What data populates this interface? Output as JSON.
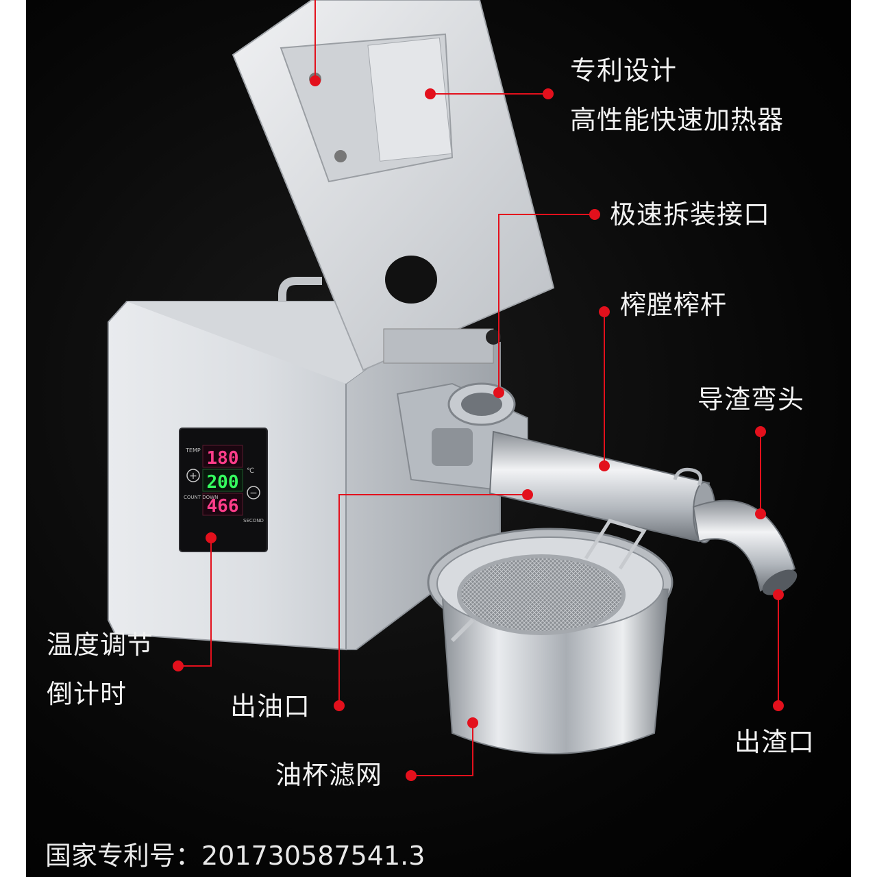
{
  "labels": {
    "heater_line1": "专利设计",
    "heater_line2": "高性能快速加热器",
    "quick_connect": "极速拆装接口",
    "press_chamber": "榨膛榨杆",
    "slag_elbow": "导渣弯头",
    "temp_line1": "温度调节",
    "temp_line2": "倒计时",
    "oil_outlet": "出油口",
    "slag_outlet": "出渣口",
    "oil_cup_filter": "油杯滤网"
  },
  "patent_number": "国家专利号：201730587541.3",
  "display": {
    "temp_label": "TEMP",
    "row1": "180",
    "row2": "200",
    "row3": "466",
    "unit_c": "℃",
    "countdown_label": "COUNT DOWN",
    "second_label": "SECOND",
    "plus": "+",
    "minus": "−"
  },
  "colors": {
    "background": "#000000",
    "callout_red": "#e3101c",
    "steel": "#c8ccd0"
  }
}
